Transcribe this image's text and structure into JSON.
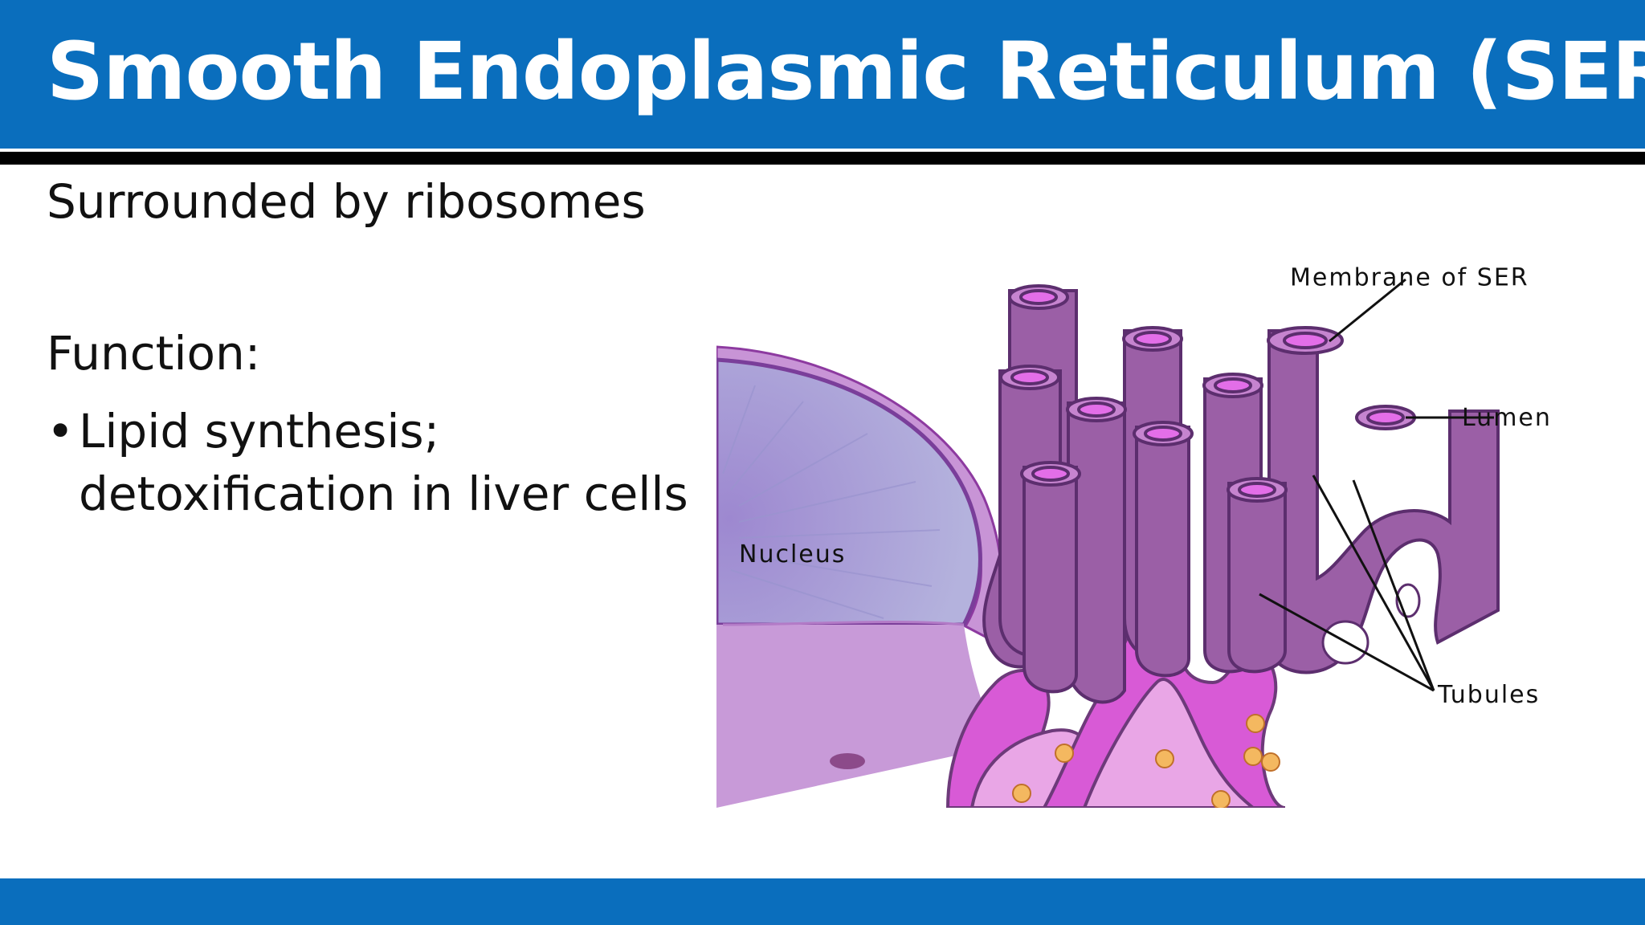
{
  "slide": {
    "title": "Smooth Endoplasmic Reticulum (SER)",
    "subtitle": "Surrounded by ribosomes",
    "function_label": "Function:",
    "bullets": [
      "Lipid synthesis; detoxification in liver cells"
    ],
    "bullet_glyph": "•"
  },
  "diagram": {
    "labels": {
      "membrane": "Membrane of SER",
      "lumen": "Lumen",
      "nucleus": "Nucleus",
      "tubules": "Tubules"
    }
  },
  "colors": {
    "header_blue": "#0a6ebd",
    "tubule_purple": "#9b5fa6",
    "lumen_pink": "#e36ee8",
    "nucleus_lavender": "#a9a6d6",
    "rer_magenta": "#d85ad6"
  }
}
